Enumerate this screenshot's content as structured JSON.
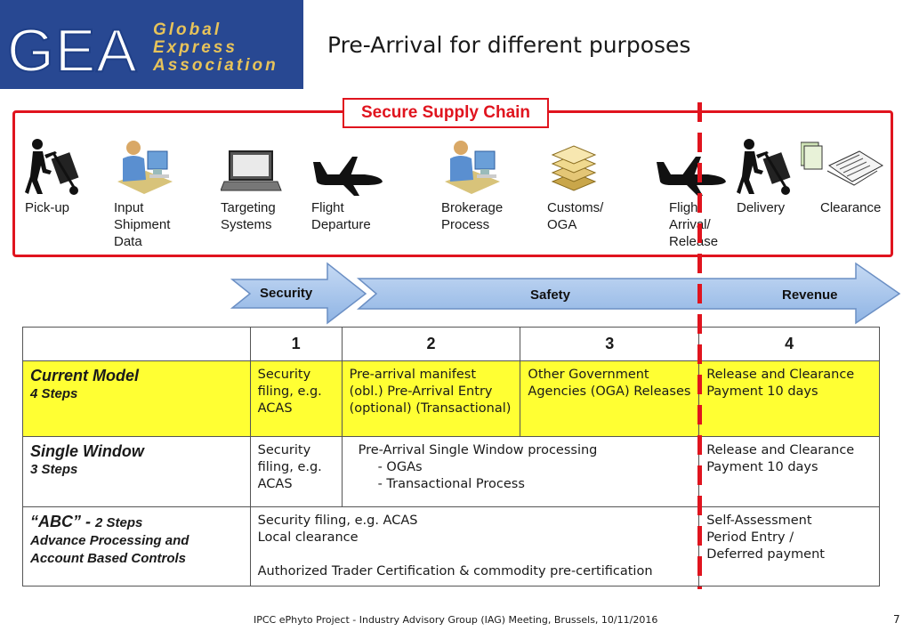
{
  "logo": {
    "abbr": "GEA",
    "line1": "Global",
    "line2": "Express",
    "line3": "Association"
  },
  "title": "Pre-Arrival for different purposes",
  "supply_chain": {
    "label": "Secure Supply Chain",
    "steps": [
      {
        "icon": "handtruck-worker-icon",
        "label": "Pick-up"
      },
      {
        "icon": "computer-user-icon",
        "label": "Input\nShipment\nData"
      },
      {
        "icon": "laptop-icon",
        "label": "Targeting\nSystems"
      },
      {
        "icon": "airplane-icon",
        "label": "Flight\nDeparture"
      },
      {
        "icon": "computer-user-icon",
        "label": "Brokerage\nProcess"
      },
      {
        "icon": "document-stack-icon",
        "label": "Customs/\nOGA"
      },
      {
        "icon": "airplane-icon",
        "label": "Flight\nArrival/\nRelease"
      },
      {
        "icon": "handtruck-worker-icon",
        "label": "Delivery"
      },
      {
        "icon": "documents-icon",
        "label": "Clearance"
      }
    ]
  },
  "arrows": {
    "security": "Security",
    "safety": "Safety",
    "revenue": "Revenue"
  },
  "table": {
    "headers": [
      "",
      "1",
      "2",
      "3",
      "4"
    ],
    "current": {
      "title": "Current Model",
      "subtitle": "4 Steps",
      "c1": "Security filing, e.g. ACAS",
      "c2": "Pre-arrival manifest (obl.) Pre-Arrival Entry (optional) (Transactional)",
      "c3": "Other Government Agencies (OGA) Releases",
      "c4": "Release and Clearance Payment 10 days"
    },
    "single": {
      "title": "Single Window",
      "subtitle": "3 Steps",
      "c1": "Security filing, e.g. ACAS",
      "c2_main": "Pre-Arrival Single Window  processing",
      "c2_item1": "- OGAs",
      "c2_item2": "- Transactional Process",
      "c4": "Release and Clearance Payment 10 days"
    },
    "abc": {
      "title": "“ABC” - ",
      "title_suffix": "2 Steps",
      "subtitle1": "Advance Processing and",
      "subtitle2": "Account Based Controls",
      "c1_line1": "Security filing, e.g. ACAS",
      "c1_line2": "Local clearance",
      "c1_line3": "Authorized Trader Certification & commodity pre-certification",
      "c4_line1": "Self-Assessment",
      "c4_line2": "Period Entry /",
      "c4_line3": "Deferred payment"
    }
  },
  "footer": "IPCC ePhyto Project - Industry Advisory Group (IAG) Meeting, Brussels, 10/11/2016",
  "page_number": "7",
  "colors": {
    "red": "#e0141e",
    "yellow": "#ffff33",
    "arrow_blue": "#a9c6ec",
    "logo_blue": "#1f3f87",
    "logo_gold": "#e7c35a"
  }
}
